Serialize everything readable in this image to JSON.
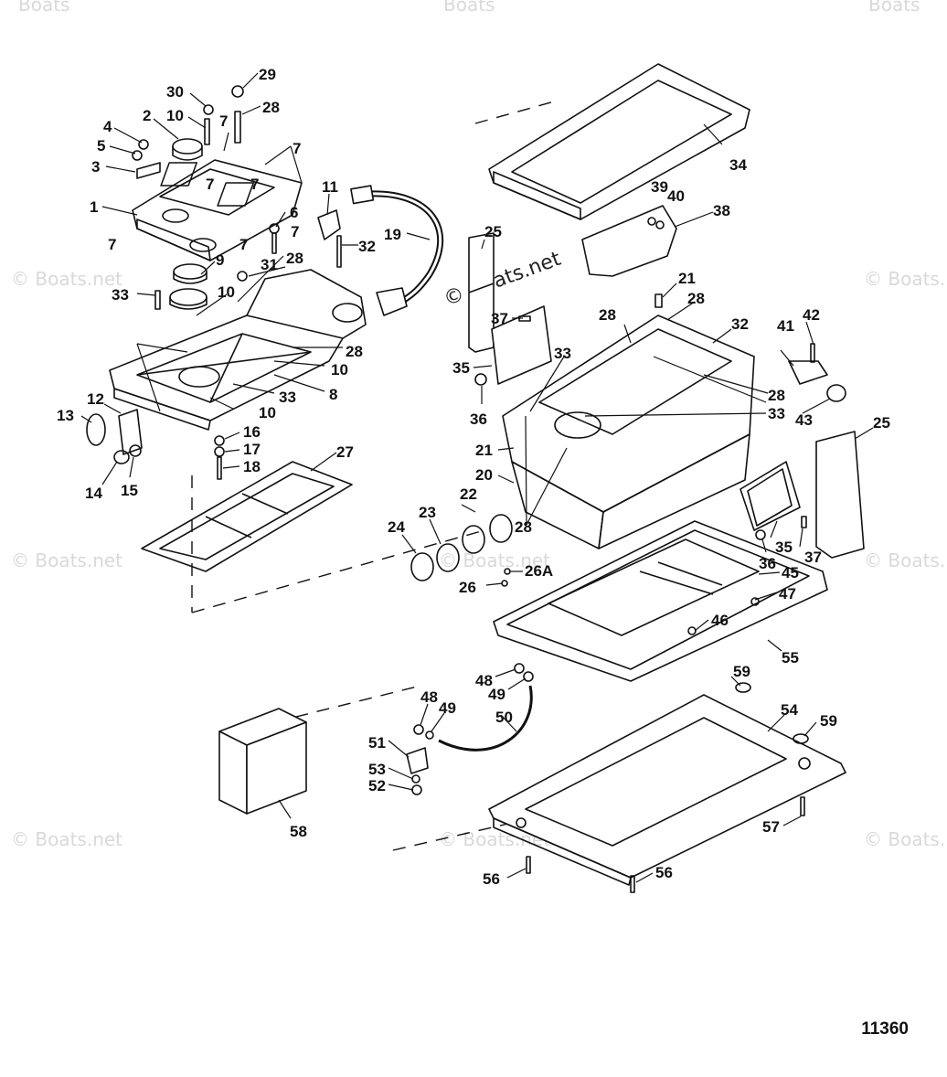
{
  "reference_number": "11360",
  "watermark": {
    "text": "© Boats.net",
    "repeated_text": "Boats"
  },
  "callouts": [
    "1",
    "2",
    "3",
    "4",
    "5",
    "6",
    "7",
    "8",
    "9",
    "10",
    "11",
    "12",
    "13",
    "14",
    "15",
    "16",
    "17",
    "18",
    "19",
    "20",
    "21",
    "22",
    "23",
    "24",
    "25",
    "26",
    "26A",
    "27",
    "28",
    "29",
    "30",
    "31",
    "32",
    "33",
    "34",
    "35",
    "36",
    "37",
    "38",
    "39",
    "40",
    "41",
    "42",
    "43",
    "45",
    "46",
    "47",
    "48",
    "49",
    "50",
    "51",
    "52",
    "53",
    "54",
    "55",
    "56",
    "57",
    "58",
    "59"
  ],
  "colors": {
    "ink": "#111111",
    "watermark": "#d9d9d9",
    "background": "#ffffff"
  }
}
